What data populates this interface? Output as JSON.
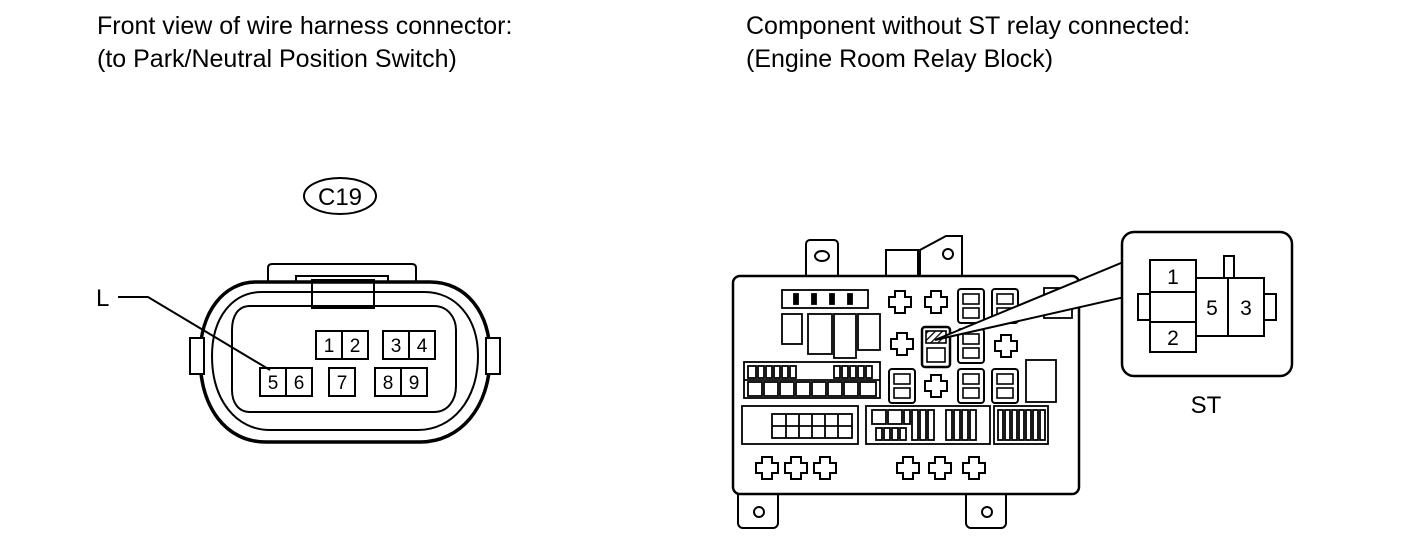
{
  "left_panel": {
    "caption_line1": "Front view of wire harness connector:",
    "caption_line2": "(to Park/Neutral Position Switch)",
    "connector_id": "C19",
    "wire_label": "L",
    "pins": [
      "1",
      "2",
      "3",
      "4",
      "5",
      "6",
      "7",
      "8",
      "9"
    ]
  },
  "right_panel": {
    "caption_line1": "Component without ST relay connected:",
    "caption_line2": "(Engine Room Relay Block)",
    "relay_label": "ST",
    "relay_pins": [
      "1",
      "2",
      "5",
      "3"
    ]
  }
}
